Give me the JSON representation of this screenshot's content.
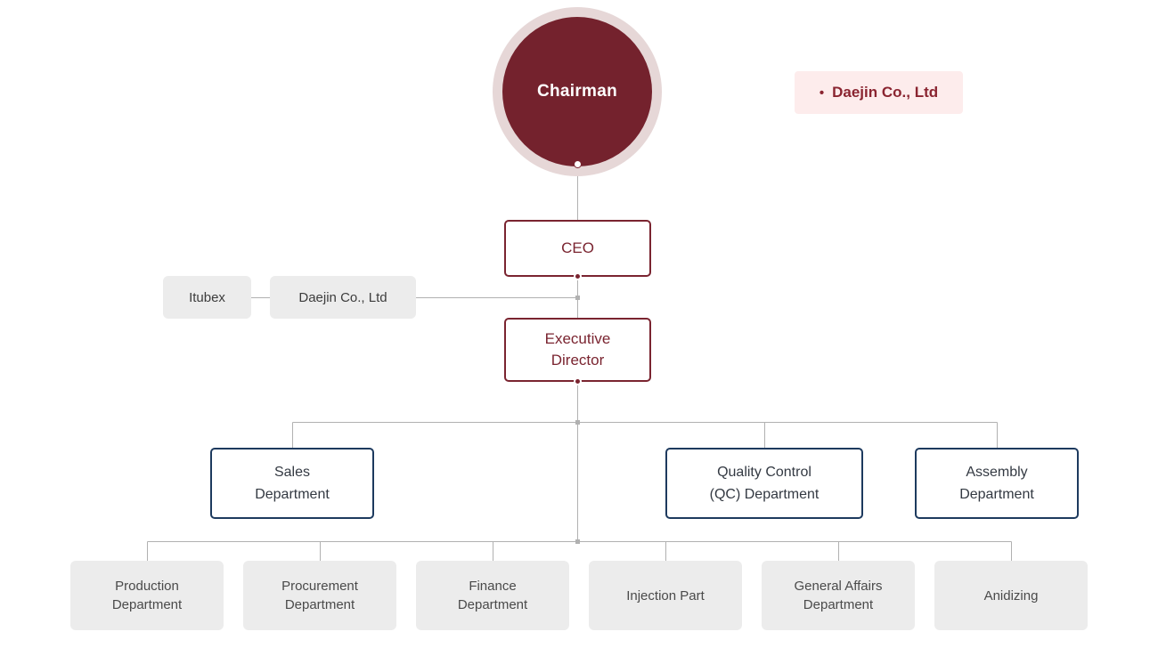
{
  "legend": {
    "bullet": "•",
    "label": "Daejin Co., Ltd"
  },
  "org": {
    "chairman": {
      "label": "Chairman"
    },
    "ceo": {
      "label": "CEO"
    },
    "affiliates": [
      {
        "label": "Itubex"
      },
      {
        "label": "Daejin Co., Ltd"
      }
    ],
    "executive_director": {
      "label": "Executive\nDirector"
    },
    "departments": [
      {
        "label": "Sales\nDepartment"
      },
      {
        "label": "Quality Control\n(QC) Department"
      },
      {
        "label": "Assembly\nDepartment"
      }
    ],
    "teams": [
      {
        "label": "Production\nDepartment"
      },
      {
        "label": "Procurement\nDepartment"
      },
      {
        "label": "Finance\nDepartment"
      },
      {
        "label": "Injection Part"
      },
      {
        "label": "General Affairs\nDepartment"
      },
      {
        "label": "Anidizing"
      }
    ]
  },
  "colors": {
    "maroon_fill": "#74222d",
    "maroon_border": "#7a2430",
    "circle_ring": "#e6d7d7",
    "navy_border": "#1d3a5e",
    "connector_gray": "#b1b1b1",
    "gray_box_bg": "#ececec",
    "badge_bg": "#fdecec"
  }
}
